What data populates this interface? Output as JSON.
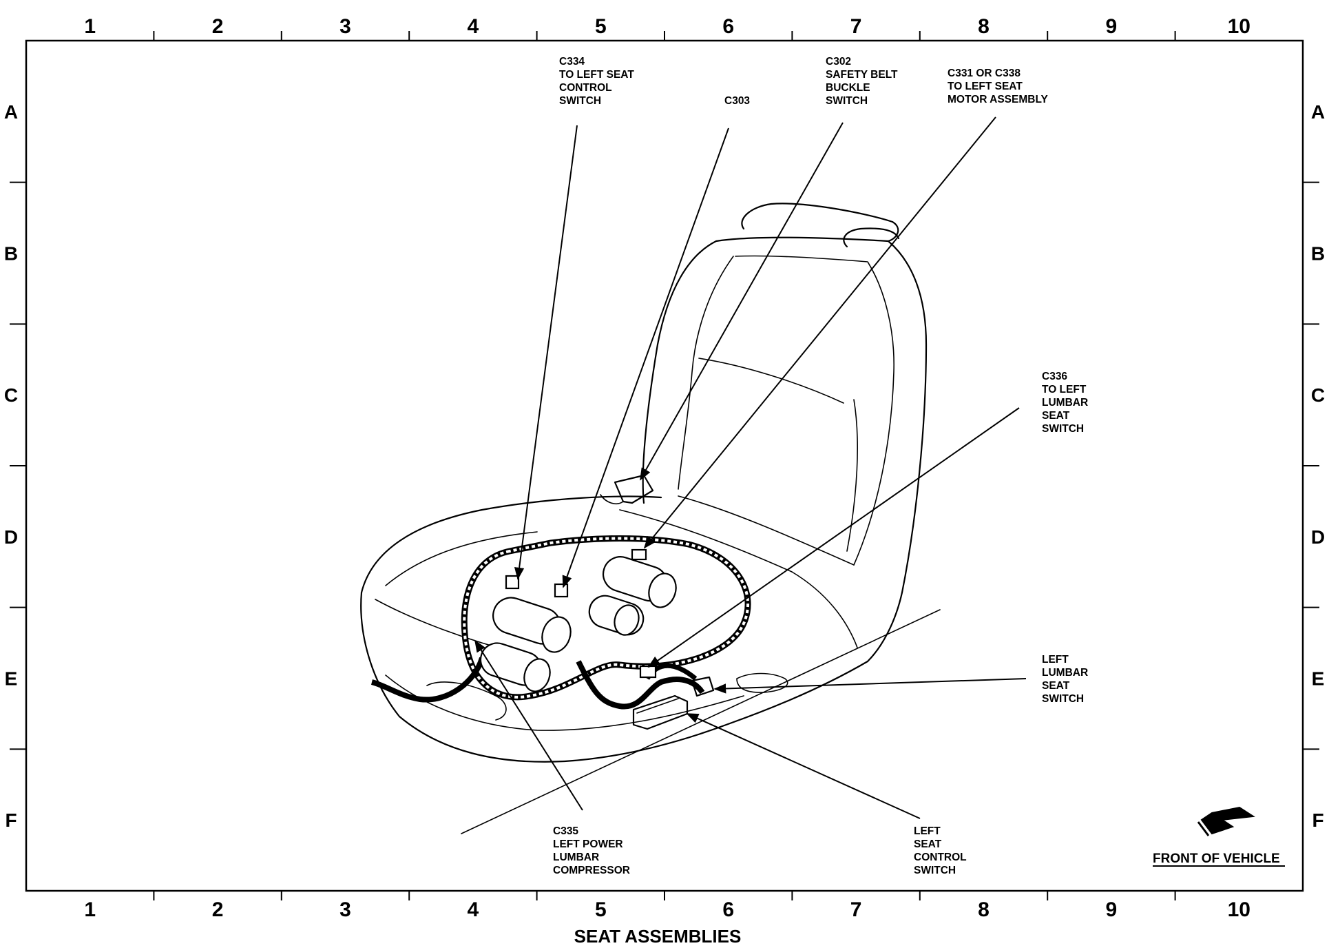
{
  "grid": {
    "columns": [
      "1",
      "2",
      "3",
      "4",
      "5",
      "6",
      "7",
      "8",
      "9",
      "10"
    ],
    "rows": [
      "A",
      "B",
      "C",
      "D",
      "E",
      "F"
    ]
  },
  "caption": "SEAT ASSEMBLIES",
  "front_of_vehicle": "FRONT OF VEHICLE",
  "callouts": [
    {
      "id": "c334",
      "lines": [
        "C334",
        "TO LEFT SEAT",
        "CONTROL",
        "SWITCH"
      ]
    },
    {
      "id": "c303",
      "lines": [
        "C303"
      ]
    },
    {
      "id": "c302",
      "lines": [
        "C302",
        "SAFETY BELT",
        "BUCKLE",
        "SWITCH"
      ]
    },
    {
      "id": "c331",
      "lines": [
        "C331 OR C338",
        "TO LEFT SEAT",
        "MOTOR ASSEMBLY"
      ]
    },
    {
      "id": "c336",
      "lines": [
        "C336",
        "TO LEFT",
        "LUMBAR",
        "SEAT",
        "SWITCH"
      ]
    },
    {
      "id": "lumbar-switch",
      "lines": [
        "LEFT",
        "LUMBAR",
        "SEAT",
        "SWITCH"
      ]
    },
    {
      "id": "c335",
      "lines": [
        "C335",
        "LEFT POWER",
        "LUMBAR",
        "COMPRESSOR"
      ]
    },
    {
      "id": "seat-control-switch",
      "lines": [
        "LEFT",
        "SEAT",
        "CONTROL",
        "SWITCH"
      ]
    }
  ]
}
